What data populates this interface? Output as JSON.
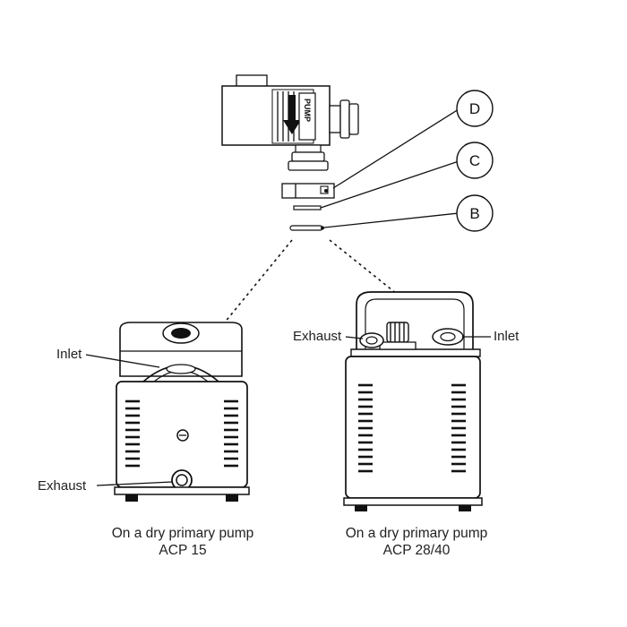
{
  "callouts": {
    "d": "D",
    "c": "C",
    "b": "B"
  },
  "valve": {
    "label": "PUMP"
  },
  "left_pump": {
    "inlet_label": "Inlet",
    "exhaust_label": "Exhaust",
    "caption_line1": "On a dry primary pump",
    "caption_line2": "ACP 15"
  },
  "right_pump": {
    "exhaust_label": "Exhaust",
    "inlet_label": "Inlet",
    "caption_line1": "On a dry primary pump",
    "caption_line2": "ACP 28/40"
  }
}
